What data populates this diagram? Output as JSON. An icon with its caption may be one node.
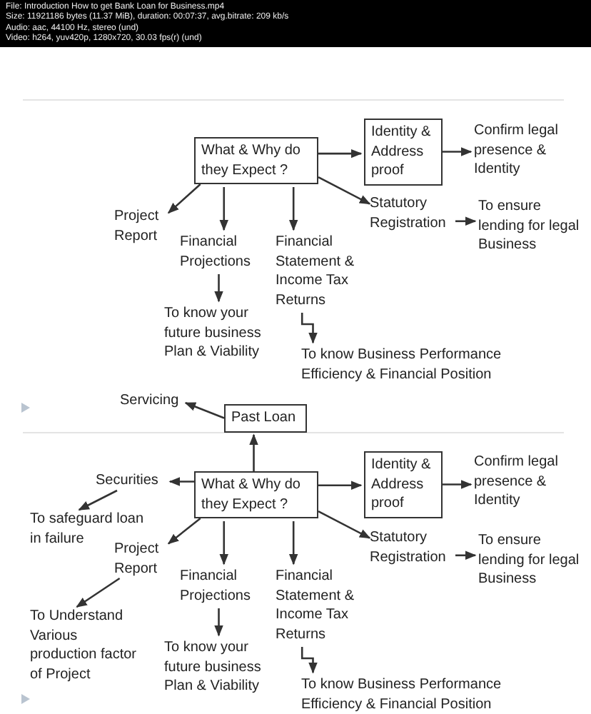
{
  "diagram": {
    "nodes": [
      {
        "text": [
          "What & Why do they Expect ?"
        ]
      },
      {
        "text": [
          "Identity & Address proof"
        ]
      },
      {
        "text": [
          "Confirm legal presence & Identity"
        ]
      },
      {
        "text": [
          "Project Report"
        ]
      },
      {
        "text": [
          "Financial Projections"
        ]
      },
      {
        "text": [
          "Financial Statement & Income Tax Returns"
        ]
      },
      {
        "text": [
          "Statutory Registration"
        ]
      },
      {
        "text": [
          "To ensure lending for legal Business"
        ]
      },
      {
        "text": [
          "To know your future business Plan & Viability"
        ]
      },
      {
        "text": [
          "To know Business Performance Efficiency & Financial Position"
        ]
      },
      {
        "text": [
          "Past Loan"
        ]
      },
      {
        "text": [
          "Servicing"
        ]
      },
      {
        "text": [
          "Securities"
        ]
      },
      {
        "text": [
          "What & Why do they Expect ?"
        ]
      },
      {
        "text": [
          "Identity & Address proof"
        ]
      },
      {
        "text": [
          "Confirm legal presence & Identity"
        ]
      },
      {
        "text": [
          "To safeguard loan in failure"
        ]
      },
      {
        "text": [
          "Project Report"
        ]
      },
      {
        "text": [
          "Financial Projections"
        ]
      },
      {
        "text": [
          "Financial Statement & Income Tax Returns"
        ]
      },
      {
        "text": [
          "Statutory Registration"
        ]
      },
      {
        "text": [
          "To ensure lending for legal Business"
        ]
      },
      {
        "text": [
          "To Understand Various production factor of Project"
        ]
      },
      {
        "text": [
          "To know your future business Plan & Viability"
        ]
      },
      {
        "text": [
          "To know Business Performance Efficiency & Financial Position"
        ]
      }
    ],
    "edges": [
      {
        "from": 0,
        "to": 1,
        "arrow": "to"
      },
      {
        "from": 1,
        "to": 2,
        "arrow": "to"
      },
      {
        "from": 0,
        "to": 3,
        "arrow": "to"
      },
      {
        "from": 0,
        "to": 4,
        "arrow": "to"
      },
      {
        "from": 0,
        "to": 5,
        "arrow": "to"
      },
      {
        "from": 0,
        "to": 6,
        "arrow": "to"
      },
      {
        "from": 6,
        "to": 7,
        "arrow": "to"
      },
      {
        "from": 4,
        "to": 8,
        "arrow": "to"
      },
      {
        "from": 5,
        "to": 9,
        "arrow": "to"
      },
      {
        "from": 13,
        "to": 10,
        "arrow": "to"
      },
      {
        "from": 10,
        "to": 11,
        "arrow": "to"
      },
      {
        "from": 13,
        "to": 12,
        "arrow": "to"
      },
      {
        "from": 12,
        "to": 16,
        "arrow": "to"
      },
      {
        "from": 13,
        "to": 14,
        "arrow": "to"
      },
      {
        "from": 14,
        "to": 15,
        "arrow": "to"
      },
      {
        "from": 13,
        "to": 17,
        "arrow": "to"
      },
      {
        "from": 17,
        "to": 22,
        "arrow": "to"
      },
      {
        "from": 13,
        "to": 18,
        "arrow": "to"
      },
      {
        "from": 13,
        "to": 19,
        "arrow": "to"
      },
      {
        "from": 13,
        "to": 20,
        "arrow": "to"
      },
      {
        "from": 20,
        "to": 21,
        "arrow": "to"
      },
      {
        "from": 18,
        "to": 23,
        "arrow": "to"
      },
      {
        "from": 19,
        "to": 24,
        "arrow": "to"
      }
    ],
    "labels": [
      "File: Introduction How to get Bank Loan for Business.mp4",
      "Size: 11921186 bytes (11.37 MiB), duration: 00:07:37, avg.bitrate: 209 kb/s",
      "Audio: aac, 44100 Hz, stereo (und)",
      "Video: h264, yuv420p, 1280x720, 30.03 fps(r) (und)"
    ]
  }
}
